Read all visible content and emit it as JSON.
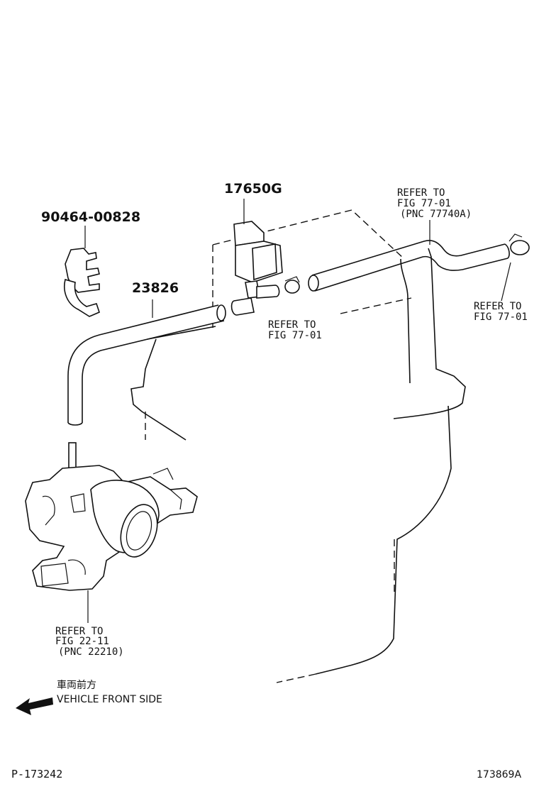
{
  "labels": {
    "clamp_part": "90464-00828",
    "hose_part": "23826",
    "valve_part": "17650G",
    "refer_top_1": "REFER TO",
    "refer_top_2": "FIG 77-01",
    "refer_top_3": "(PNC 77740A)",
    "refer_right_1": "REFER TO",
    "refer_right_2": "FIG 77-01",
    "refer_mid_1": "REFER TO",
    "refer_mid_2": "FIG 77-01",
    "refer_bottom_1": "REFER TO",
    "refer_bottom_2": "FIG 22-11",
    "refer_bottom_3": "(PNC 22210)",
    "direction_jp": "車両前方",
    "direction_en": "VEHICLE FRONT SIDE",
    "page_ref": "P-173242",
    "figure_id": "173869A"
  }
}
